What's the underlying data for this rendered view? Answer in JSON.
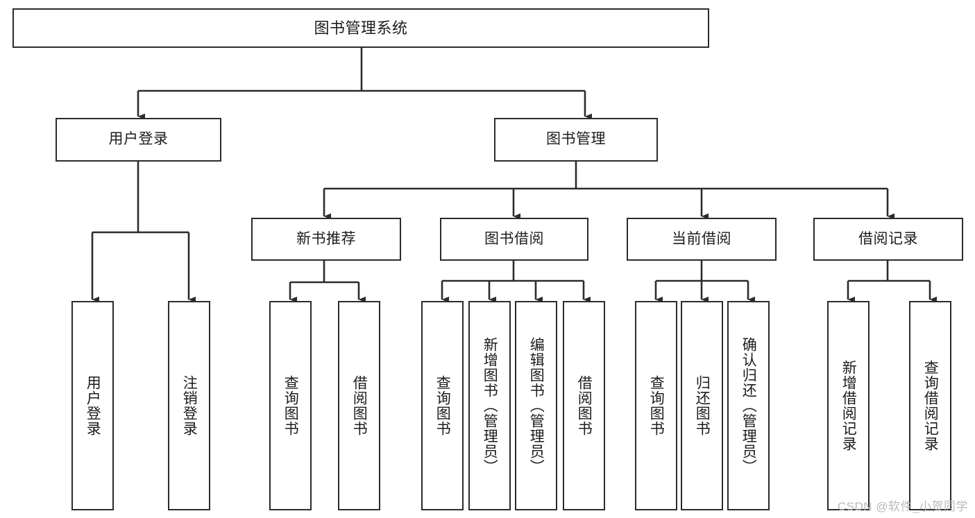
{
  "diagram": {
    "title": "图书管理系统",
    "type": "tree-hierarchy-chart",
    "colors": {
      "box_border": "#2b2b2b",
      "box_fill": "#ffffff",
      "edge": "#2b2b2b",
      "text": "#1c1c1c",
      "watermark": "#b9b9b9",
      "background": "#ffffff"
    }
  },
  "nodes": {
    "root": {
      "label": "图书管理系统"
    },
    "level2": [
      {
        "id": "user-login",
        "label": "用户登录"
      },
      {
        "id": "book-management",
        "label": "图书管理"
      }
    ],
    "level3": [
      {
        "id": "new-book-recommend",
        "label": "新书推荐"
      },
      {
        "id": "book-borrow",
        "label": "图书借阅"
      },
      {
        "id": "current-borrow",
        "label": "当前借阅"
      },
      {
        "id": "borrow-record",
        "label": "借阅记录"
      }
    ],
    "leaves": {
      "user_login": [
        {
          "id": "leaf-user-login",
          "label": "用户登录"
        },
        {
          "id": "leaf-logout-login",
          "label": "注销登录"
        }
      ],
      "new_book_recommend": [
        {
          "id": "leaf-query-book-1",
          "label": "查询图书"
        },
        {
          "id": "leaf-borrow-book-1",
          "label": "借阅图书"
        }
      ],
      "book_borrow": [
        {
          "id": "leaf-query-book-2",
          "label": "查询图书"
        },
        {
          "id": "leaf-add-book",
          "label": "新增图书（管理员）"
        },
        {
          "id": "leaf-edit-book",
          "label": "编辑图书（管理员）"
        },
        {
          "id": "leaf-borrow-book-2",
          "label": "借阅图书"
        }
      ],
      "current_borrow": [
        {
          "id": "leaf-query-book-3",
          "label": "查询图书"
        },
        {
          "id": "leaf-return-book",
          "label": "归还图书"
        },
        {
          "id": "leaf-confirm-return",
          "label": "确认归还（管理员）"
        }
      ],
      "borrow_record": [
        {
          "id": "leaf-add-record",
          "label": "新增借阅记录"
        },
        {
          "id": "leaf-query-record",
          "label": "查询借阅记录"
        }
      ]
    }
  },
  "watermark": {
    "text": "CSDN @软件_小贺同学"
  }
}
